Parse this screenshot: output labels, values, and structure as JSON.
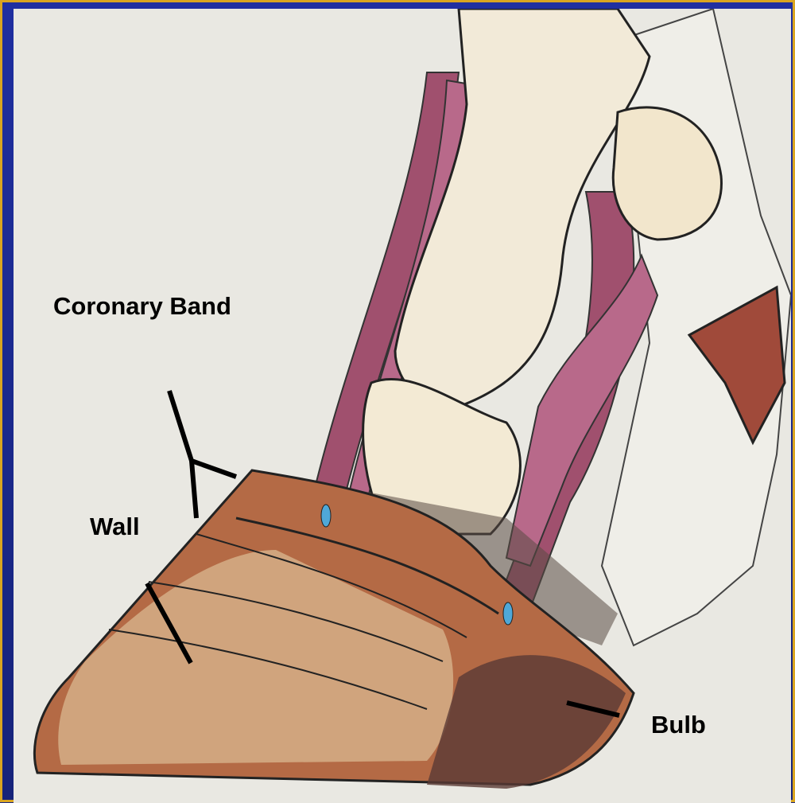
{
  "labels": {
    "coronary_band": "Coronary Band",
    "wall": "Wall",
    "bulb": "Bulb"
  },
  "colors": {
    "frame_blue": "#1f2fa0",
    "border_gold": "#d9a520",
    "paper": "#e9e8e2",
    "tendon": "#a0506e",
    "hoof_wall": "#b46a45",
    "bone": "#f2ead8"
  }
}
